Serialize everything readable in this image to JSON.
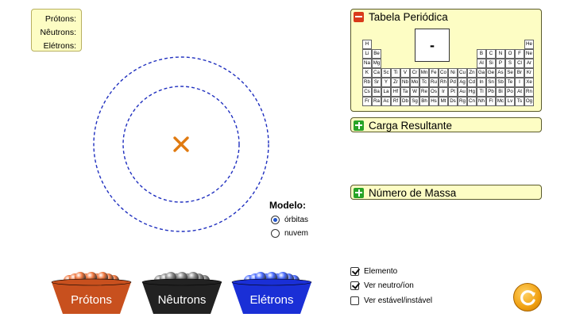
{
  "counts": {
    "protons_label": "Prótons:",
    "neutrons_label": "Nêutrons:",
    "electrons_label": "Elétrons:"
  },
  "model": {
    "title": "Modelo:",
    "options": [
      "órbitas",
      "nuvem"
    ],
    "selected": "órbitas"
  },
  "periodic_table": {
    "title": "Tabela Periódica",
    "selected_symbol": "-",
    "elements": [
      [
        "H",
        "",
        "",
        "",
        "",
        "",
        "",
        "",
        "",
        "",
        "",
        "",
        "",
        "",
        "",
        "",
        "",
        "He"
      ],
      [
        "Li",
        "Be",
        "",
        "",
        "",
        "",
        "",
        "",
        "",
        "",
        "",
        "",
        "B",
        "C",
        "N",
        "O",
        "F",
        "Ne"
      ],
      [
        "Na",
        "Mg",
        "",
        "",
        "",
        "",
        "",
        "",
        "",
        "",
        "",
        "",
        "Al",
        "Si",
        "P",
        "S",
        "Cl",
        "Ar"
      ],
      [
        "K",
        "Ca",
        "Sc",
        "Ti",
        "V",
        "Cr",
        "Mn",
        "Fe",
        "Co",
        "Ni",
        "Cu",
        "Zn",
        "Ga",
        "Ge",
        "As",
        "Se",
        "Br",
        "Kr"
      ],
      [
        "Rb",
        "Sr",
        "Y",
        "Zr",
        "Nb",
        "Mo",
        "Tc",
        "Ru",
        "Rh",
        "Pd",
        "Ag",
        "Cd",
        "In",
        "Sn",
        "Sb",
        "Te",
        "I",
        "Xe"
      ],
      [
        "Cs",
        "Ba",
        "La",
        "Hf",
        "Ta",
        "W",
        "Re",
        "Os",
        "Ir",
        "Pt",
        "Au",
        "Hg",
        "Tl",
        "Pb",
        "Bi",
        "Po",
        "At",
        "Rn"
      ],
      [
        "Fr",
        "Ra",
        "Ac",
        "Rf",
        "Db",
        "Sg",
        "Bh",
        "Hs",
        "Mt",
        "Ds",
        "Rg",
        "Cn",
        "Nh",
        "Fl",
        "Mc",
        "Lv",
        "Ts",
        "Og"
      ]
    ]
  },
  "net_charge": {
    "title": "Carga Resultante"
  },
  "mass_number": {
    "title": "Número de Massa"
  },
  "options": [
    {
      "label": "Elemento",
      "checked": true
    },
    {
      "label": "Ver neutro/íon",
      "checked": true
    },
    {
      "label": "Ver estável/instável",
      "checked": false
    }
  ],
  "buckets": [
    {
      "label": "Prótons",
      "color": "#c8501e",
      "particle": "#f07840"
    },
    {
      "label": "Nêutrons",
      "color": "#222222",
      "particle": "#8a8a8a"
    },
    {
      "label": "Elétrons",
      "color": "#1a2fd6",
      "particle": "#4a6cff"
    }
  ],
  "colors": {
    "orbit": "#1f2fbf",
    "nucleus_mark": "#e07a10",
    "panel_bg": "#fdfdc4"
  }
}
